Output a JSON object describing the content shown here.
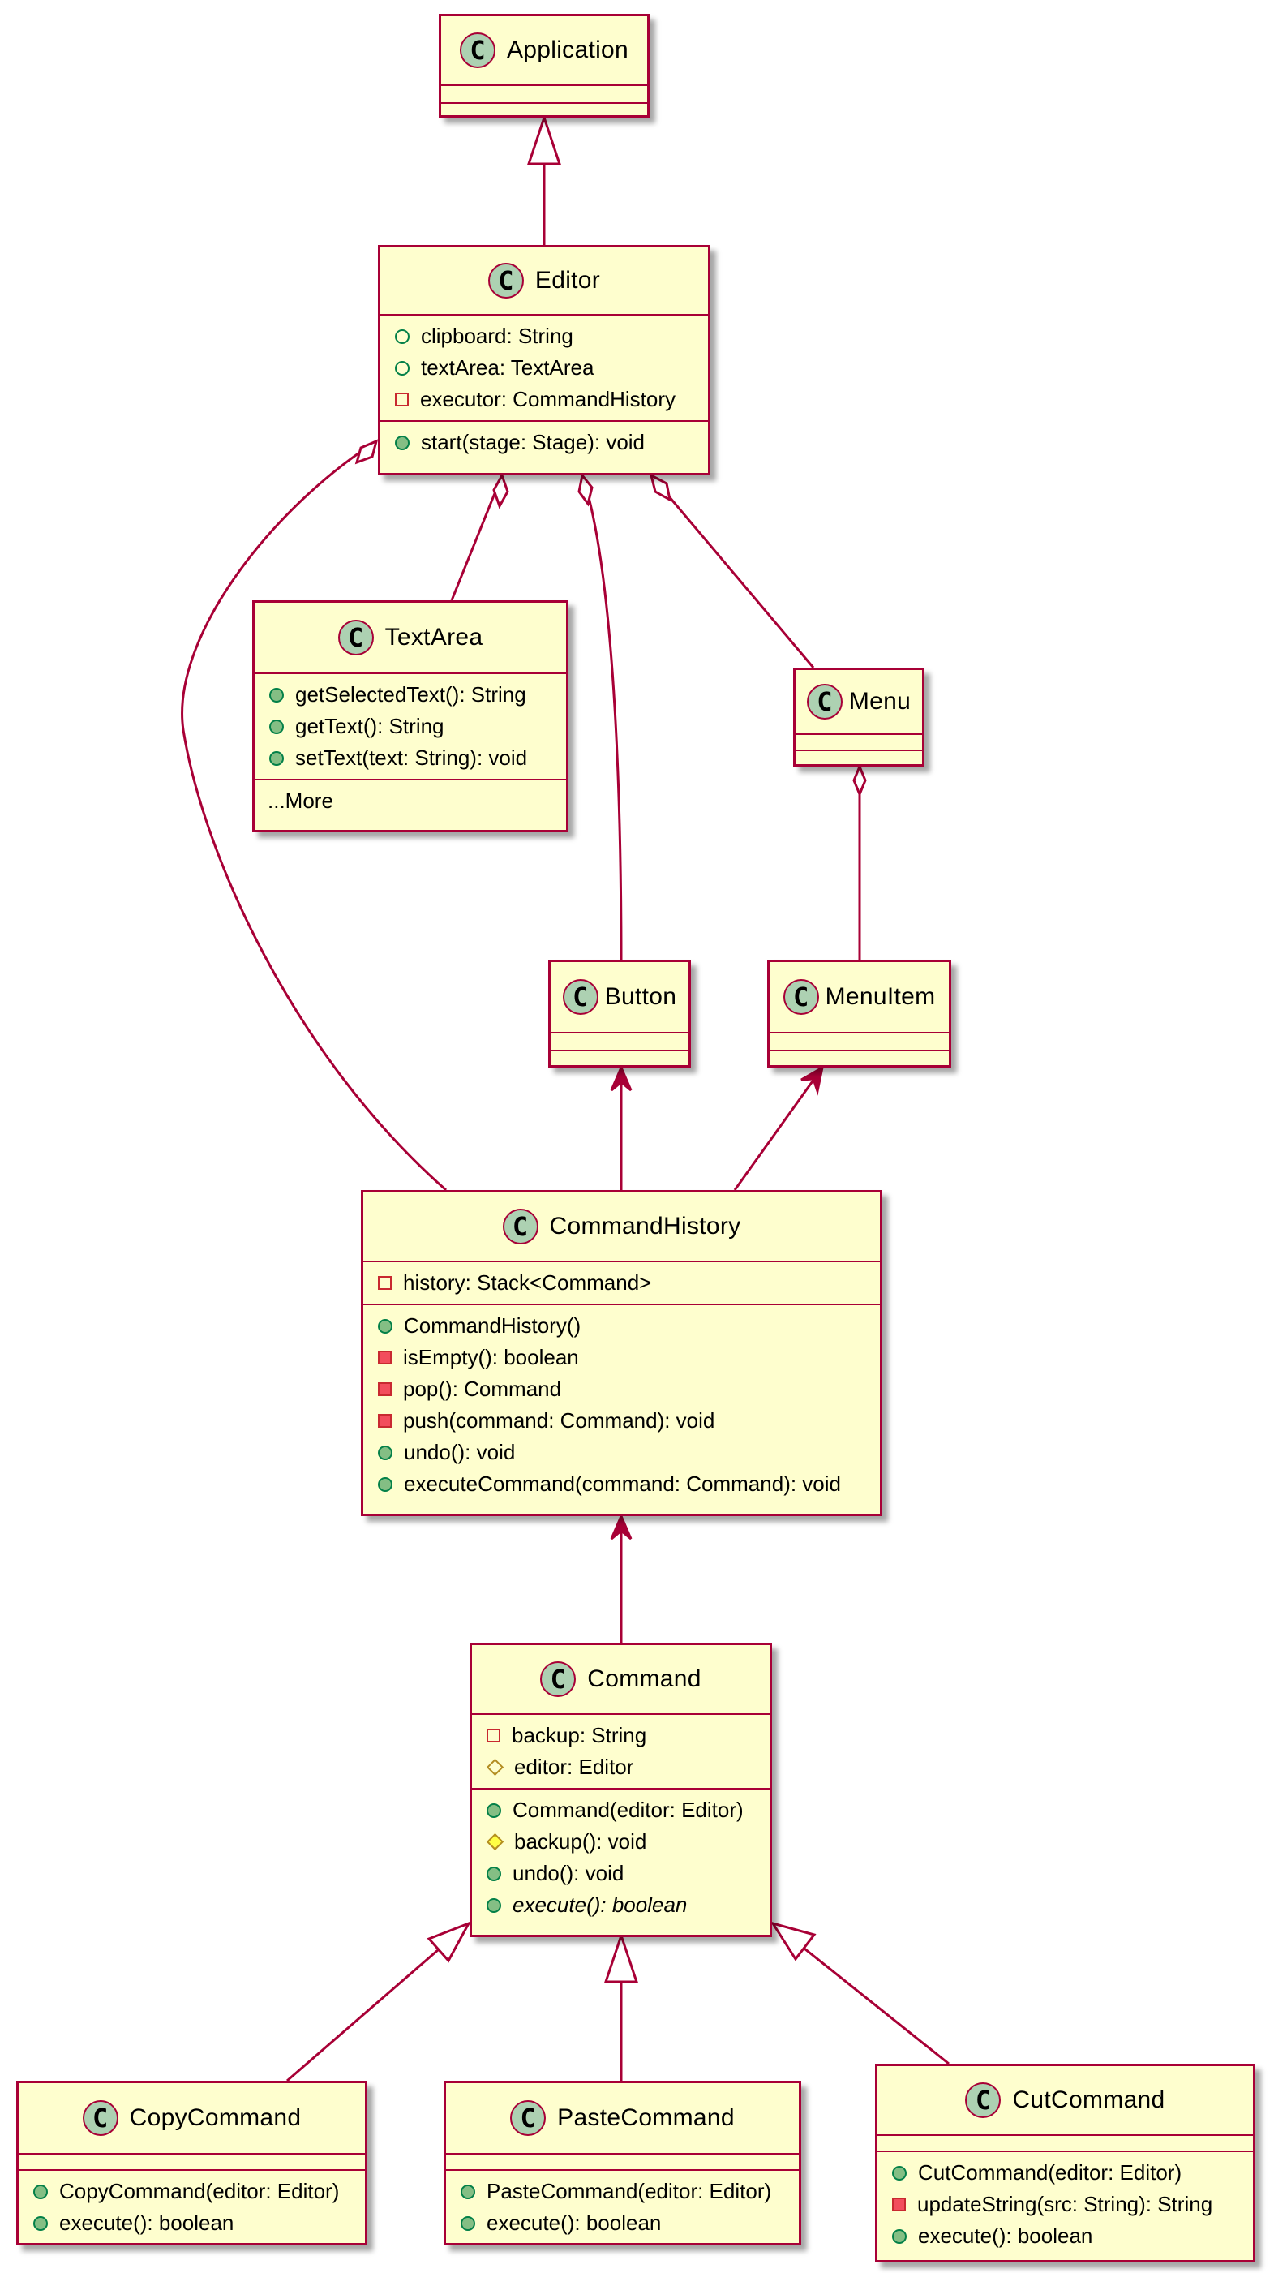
{
  "classes": {
    "application": {
      "name": "Application"
    },
    "editor": {
      "name": "Editor",
      "attributes": [
        {
          "visibility": "public",
          "text": "clipboard: String"
        },
        {
          "visibility": "public",
          "text": "textArea: TextArea"
        },
        {
          "visibility": "private",
          "text": "executor: CommandHistory"
        }
      ],
      "operations": [
        {
          "visibility": "public",
          "text": "start(stage: Stage): void"
        }
      ]
    },
    "textarea": {
      "name": "TextArea",
      "operations": [
        {
          "visibility": "public",
          "text": "getSelectedText(): String"
        },
        {
          "visibility": "public",
          "text": "getText(): String"
        },
        {
          "visibility": "public",
          "text": "setText(text: String): void"
        }
      ],
      "more": "...More"
    },
    "menu": {
      "name": "Menu"
    },
    "button": {
      "name": "Button"
    },
    "menuitem": {
      "name": "MenuItem"
    },
    "commandhistory": {
      "name": "CommandHistory",
      "attributes": [
        {
          "visibility": "private",
          "text": "history: Stack<Command>"
        }
      ],
      "operations": [
        {
          "visibility": "public",
          "text": "CommandHistory()"
        },
        {
          "visibility": "private",
          "text": "isEmpty(): boolean"
        },
        {
          "visibility": "private",
          "text": "pop(): Command"
        },
        {
          "visibility": "private",
          "text": "push(command: Command): void"
        },
        {
          "visibility": "public",
          "text": "undo(): void"
        },
        {
          "visibility": "public",
          "text": "executeCommand(command: Command): void"
        }
      ]
    },
    "command": {
      "name": "Command",
      "attributes": [
        {
          "visibility": "private",
          "text": "backup: String"
        },
        {
          "visibility": "protected",
          "text": "editor: Editor"
        }
      ],
      "operations": [
        {
          "visibility": "public",
          "text": "Command(editor: Editor)"
        },
        {
          "visibility": "protected",
          "text": "backup(): void"
        },
        {
          "visibility": "public",
          "text": "undo(): void"
        },
        {
          "visibility": "public",
          "text": "execute(): boolean",
          "abstract": true
        }
      ]
    },
    "copycommand": {
      "name": "CopyCommand",
      "operations": [
        {
          "visibility": "public",
          "text": "CopyCommand(editor: Editor)"
        },
        {
          "visibility": "public",
          "text": "execute(): boolean"
        }
      ]
    },
    "pastecommand": {
      "name": "PasteCommand",
      "operations": [
        {
          "visibility": "public",
          "text": "PasteCommand(editor: Editor)"
        },
        {
          "visibility": "public",
          "text": "execute(): boolean"
        }
      ]
    },
    "cutcommand": {
      "name": "CutCommand",
      "operations": [
        {
          "visibility": "public",
          "text": "CutCommand(editor: Editor)"
        },
        {
          "visibility": "private",
          "text": "updateString(src: String): String"
        },
        {
          "visibility": "public",
          "text": "execute(): boolean"
        }
      ]
    }
  },
  "relations": [
    {
      "type": "inheritance",
      "from": "editor",
      "to": "application"
    },
    {
      "type": "aggregation",
      "whole": "editor",
      "part": "textarea"
    },
    {
      "type": "aggregation",
      "whole": "editor",
      "part": "button"
    },
    {
      "type": "aggregation",
      "whole": "editor",
      "part": "menu"
    },
    {
      "type": "aggregation",
      "whole": "editor",
      "part": "commandhistory"
    },
    {
      "type": "aggregation",
      "whole": "menu",
      "part": "menuitem"
    },
    {
      "type": "association",
      "from": "commandhistory",
      "to": "button"
    },
    {
      "type": "association",
      "from": "commandhistory",
      "to": "menuitem"
    },
    {
      "type": "association",
      "from": "command",
      "to": "commandhistory"
    },
    {
      "type": "inheritance",
      "from": "copycommand",
      "to": "command"
    },
    {
      "type": "inheritance",
      "from": "pastecommand",
      "to": "command"
    },
    {
      "type": "inheritance",
      "from": "cutcommand",
      "to": "command"
    }
  ],
  "colors": {
    "class_fill": "#FEFECE",
    "border": "#A80036",
    "class_icon": "#ADD1B2"
  }
}
